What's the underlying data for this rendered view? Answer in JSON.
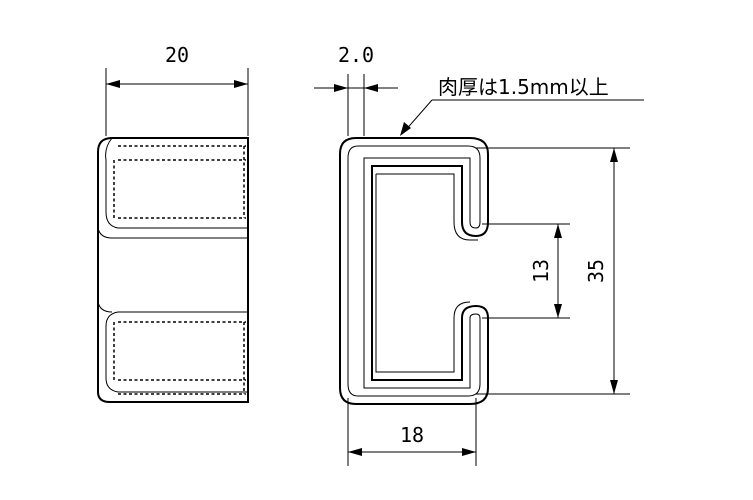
{
  "dimensions": {
    "width": "20",
    "thickness": "2.0",
    "opening": "13",
    "height": "35",
    "depth": "18"
  },
  "note": {
    "wall_thickness": "肉厚は1.5mm以上"
  }
}
